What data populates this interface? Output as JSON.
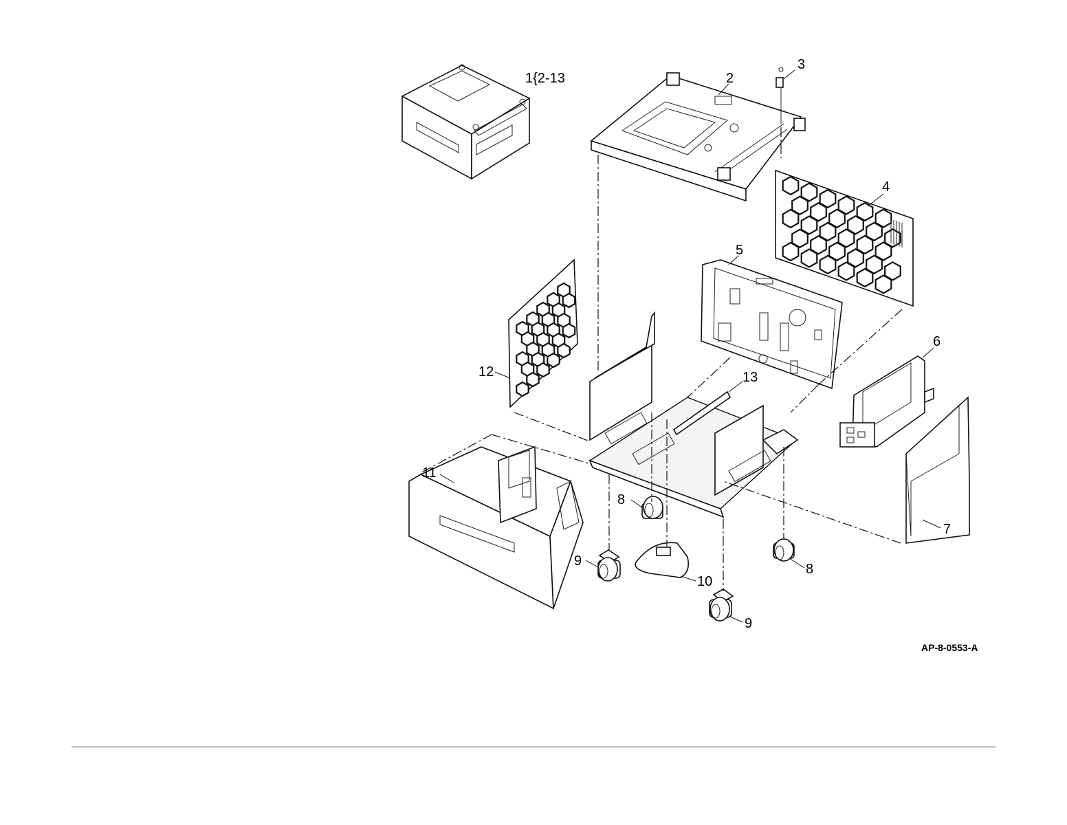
{
  "figure_id": "AP-8-0553-A",
  "callouts": {
    "c1": "1{2-13",
    "c2": "2",
    "c3": "3",
    "c4": "4",
    "c5": "5",
    "c6": "6",
    "c7": "7",
    "c8a": "8",
    "c8b": "8",
    "c9a": "9",
    "c9b": "9",
    "c10": "10",
    "c11": "11",
    "c12": "12",
    "c13": "13"
  },
  "parts": [
    "assembled-feeder",
    "top-cover-plate",
    "bracket",
    "rear-honeycomb-cover",
    "rear-frame-plate",
    "connector-module",
    "right-side-cover",
    "caster-fixed",
    "caster-swivel",
    "stabilizer-foot",
    "paper-tray-drawer",
    "left-honeycomb-cover",
    "base-frame"
  ]
}
